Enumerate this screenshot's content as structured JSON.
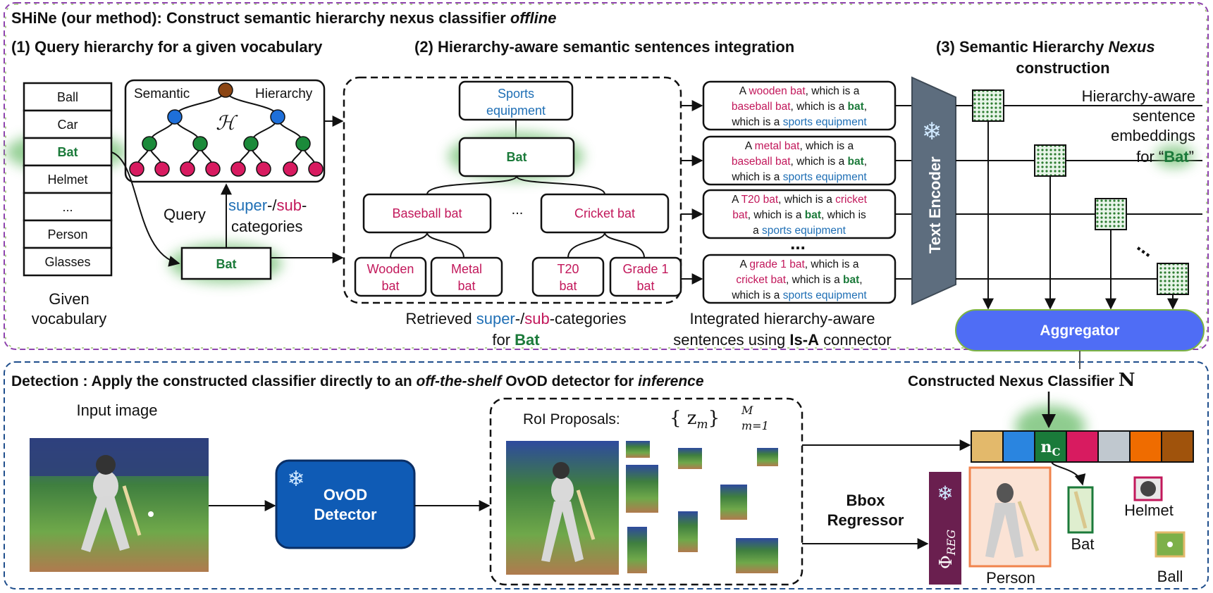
{
  "top": {
    "title_a": "SHiNe (our method): Construct semantic hierarchy nexus classifier ",
    "title_b": "offline",
    "step1": "(1) Query hierarchy for a given vocabulary",
    "step2": "(2) Hierarchy-aware semantic sentences integration",
    "step3_a": "(3) Semantic Hierarchy ",
    "step3_b": "Nexus",
    "step3_c": "construction"
  },
  "vocab": {
    "items": [
      "Ball",
      "Car",
      "Bat",
      "Helmet",
      "...",
      "Person",
      "Glasses"
    ],
    "caption1": "Given",
    "caption2": "vocabulary"
  },
  "hierarchy": {
    "left_label": "Semantic",
    "right_label": "Hierarchy",
    "symbol": "ℋ"
  },
  "query": {
    "label": "Query",
    "super": "super",
    "sep": "-/",
    "sub": "sub",
    "dash": "-",
    "categories": "categories",
    "node": "Bat"
  },
  "retrieved": {
    "root": [
      "Sports",
      "equipment"
    ],
    "mid": "Bat",
    "children": [
      "Baseball bat",
      "...",
      "Cricket bat"
    ],
    "leaves": [
      [
        "Wooden",
        "bat"
      ],
      [
        "Metal",
        "bat"
      ],
      [
        "T20",
        "bat"
      ],
      [
        "Grade 1",
        "bat"
      ]
    ],
    "caption_a": "Retrieved ",
    "caption_super": "super",
    "caption_sep": "-/",
    "caption_sub": "sub",
    "caption_end": "-categories",
    "caption2_a": "for ",
    "caption2_b": "Bat"
  },
  "sentences": {
    "s1": [
      [
        "A ",
        "k"
      ],
      [
        "wooden bat",
        "p"
      ],
      [
        ", which is a",
        "k"
      ]
    ],
    "s1b": [
      [
        "baseball bat",
        "p"
      ],
      [
        ", which is a ",
        "k"
      ],
      [
        "bat",
        "g"
      ],
      [
        ",",
        "k"
      ]
    ],
    "s1c": [
      [
        "which is a ",
        "k"
      ],
      [
        "sports equipment",
        "bl"
      ]
    ],
    "s2": [
      [
        "A ",
        "k"
      ],
      [
        "metal bat",
        "p"
      ],
      [
        ", which is a",
        "k"
      ]
    ],
    "s2b": [
      [
        "baseball bat",
        "p"
      ],
      [
        ", which is a ",
        "k"
      ],
      [
        "bat",
        "g"
      ],
      [
        ",",
        "k"
      ]
    ],
    "s2c": [
      [
        "which is a ",
        "k"
      ],
      [
        "sports equipment",
        "bl"
      ]
    ],
    "s3": [
      [
        "A ",
        "k"
      ],
      [
        "T20 bat",
        "p"
      ],
      [
        ", which is a ",
        "k"
      ],
      [
        "cricket",
        "p"
      ]
    ],
    "s3b": [
      [
        "bat",
        "p"
      ],
      [
        ", which is a ",
        "k"
      ],
      [
        "bat",
        "g"
      ],
      [
        ", which is",
        "k"
      ]
    ],
    "s3c": [
      [
        "a ",
        "k"
      ],
      [
        "sports equipment",
        "bl"
      ]
    ],
    "s4": [
      [
        "A ",
        "k"
      ],
      [
        "grade 1 bat",
        "p"
      ],
      [
        ", which is a",
        "k"
      ]
    ],
    "s4b": [
      [
        "cricket bat",
        "p"
      ],
      [
        ", which is a ",
        "k"
      ],
      [
        "bat",
        "g"
      ],
      [
        ",",
        "k"
      ]
    ],
    "s4c": [
      [
        "which is a ",
        "k"
      ],
      [
        "sports equipment",
        "bl"
      ]
    ],
    "dots": "...",
    "caption1": "Integrated hierarchy-aware",
    "caption2_a": "sentences using ",
    "caption2_b": "Is-A",
    "caption2_c": " connector"
  },
  "encoder": {
    "label": "Text Encoder",
    "emb_note": [
      "Hierarchy-aware",
      "sentence",
      "embeddings"
    ],
    "emb_for_a": "for “",
    "emb_for_b": "Bat",
    "emb_for_c": "”",
    "aggregator": "Aggregator"
  },
  "detection": {
    "title_a": "Detection : Apply the constructed classifier directly to an ",
    "title_b": "off-the-shelf",
    "title_c": "  OvOD detector for ",
    "title_d": "inference",
    "input_label": "Input image",
    "detector": [
      "OvOD",
      "Detector"
    ],
    "roi_label": "RoI Proposals:",
    "roi_math": "{ z",
    "roi_sub": "m",
    "roi_close": "}",
    "roi_sup": "M",
    "roi_lower": "m=1",
    "bbox": [
      "Bbox",
      "Regressor"
    ],
    "phi": "Φ",
    "phi_sub": "REG",
    "classifier_title": "Constructed Nexus Classifier ",
    "classifier_symbol": "N",
    "nc": "n",
    "nc_sub": "C",
    "outputs": [
      "Person",
      "Bat",
      "Helmet",
      "Ball"
    ]
  },
  "colors": {
    "purple_border": "#8e44ad",
    "green_border": "#7cb342",
    "blue_border": "#1f4e8c",
    "encoder": "#5d6d7e",
    "aggregator": "#4f6df5",
    "detector": "#0f5bb5",
    "phi_box": "#6a1f4f",
    "classifier_cells": [
      "#e3b96b",
      "#2a85e0",
      "#1a7a3a",
      "#d81b60",
      "#c0c8cf",
      "#ef6c00",
      "#a0530c"
    ]
  }
}
